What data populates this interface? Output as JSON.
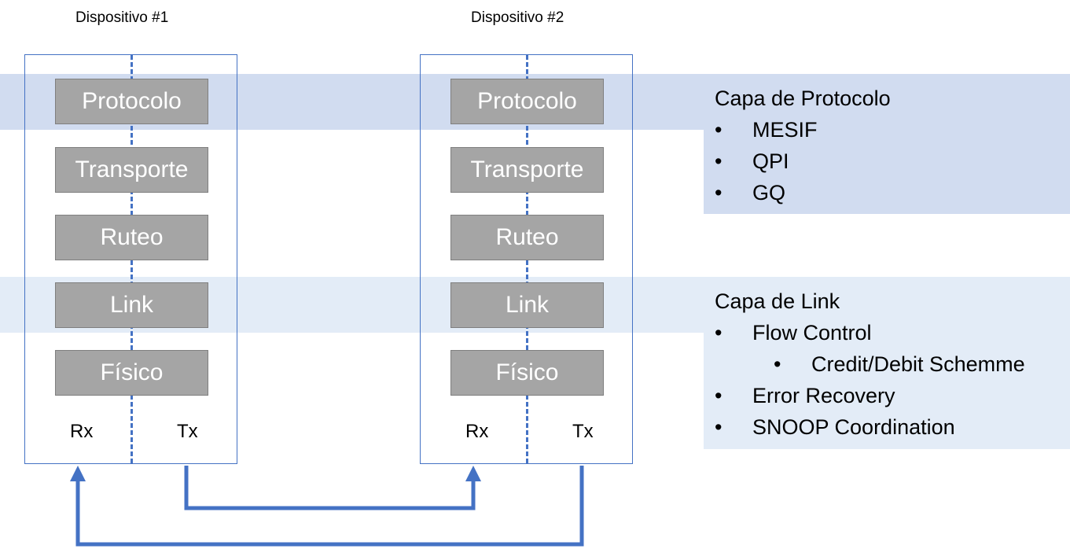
{
  "devices": [
    {
      "title": "Dispositivo #1",
      "layers": [
        "Protocolo",
        "Transporte",
        "Ruteo",
        "Link",
        "Físico"
      ],
      "rx": "Rx",
      "tx": "Tx"
    },
    {
      "title": "Dispositivo #2",
      "layers": [
        "Protocolo",
        "Transporte",
        "Ruteo",
        "Link",
        "Físico"
      ],
      "rx": "Rx",
      "tx": "Tx"
    }
  ],
  "protocol_panel": {
    "heading": "Capa de Protocolo",
    "items": [
      "MESIF",
      "QPI",
      "GQ"
    ]
  },
  "link_panel": {
    "heading": "Capa de Link",
    "items": [
      {
        "text": "Flow Control",
        "level": 1
      },
      {
        "text": "Credit/Debit Schemme",
        "level": 2
      },
      {
        "text": "Error Recovery",
        "level": 1
      },
      {
        "text": "SNOOP Coordination",
        "level": 1
      }
    ]
  },
  "colors": {
    "accent": "#4472c4",
    "protocol_band": "#d1dcf0",
    "link_band": "#e3ecf7",
    "layer_fill": "#a5a5a5"
  }
}
